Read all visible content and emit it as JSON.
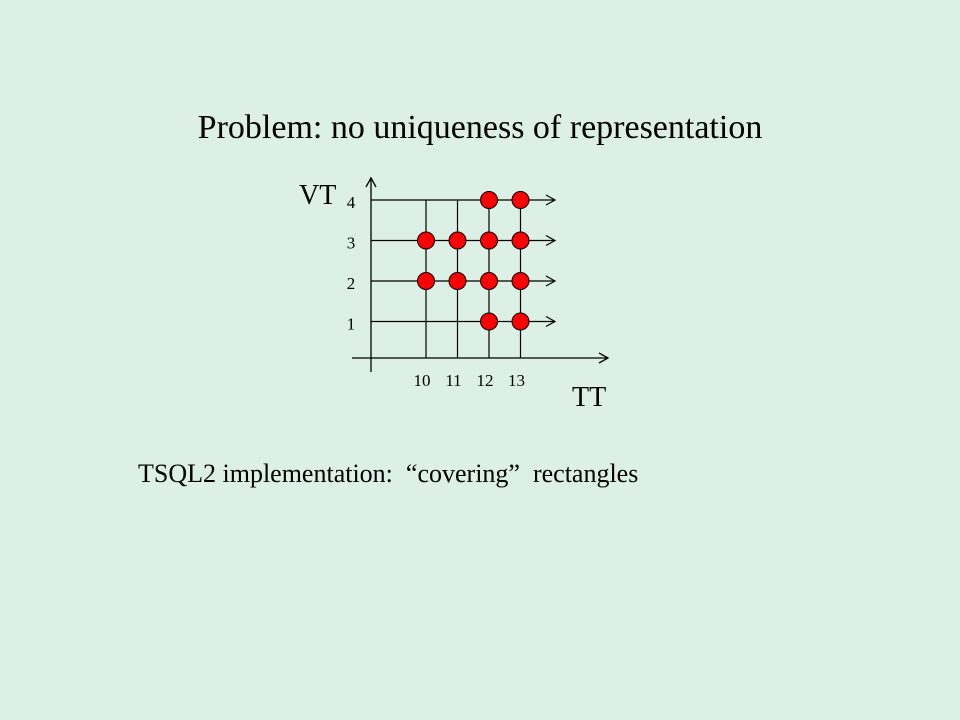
{
  "slide": {
    "title": "Problem: no uniqueness of representation",
    "subtitle": "TSQL2 implementation:  “covering”  rectangles"
  },
  "diagram": {
    "y_axis_label": "VT",
    "x_axis_label": "TT",
    "vt_levels": [
      1,
      2,
      3,
      4
    ],
    "tt_times": [
      10,
      11,
      12,
      13
    ],
    "points": [
      {
        "tt": 12,
        "vt": 4
      },
      {
        "tt": 13,
        "vt": 4
      },
      {
        "tt": 10,
        "vt": 3
      },
      {
        "tt": 11,
        "vt": 3
      },
      {
        "tt": 12,
        "vt": 3
      },
      {
        "tt": 13,
        "vt": 3
      },
      {
        "tt": 10,
        "vt": 2
      },
      {
        "tt": 11,
        "vt": 2
      },
      {
        "tt": 12,
        "vt": 2
      },
      {
        "tt": 13,
        "vt": 2
      },
      {
        "tt": 12,
        "vt": 1
      },
      {
        "tt": 13,
        "vt": 1
      }
    ],
    "colors": {
      "point_fill": "#ff0000",
      "line": "#000000",
      "background": "#dcf0e6"
    }
  }
}
